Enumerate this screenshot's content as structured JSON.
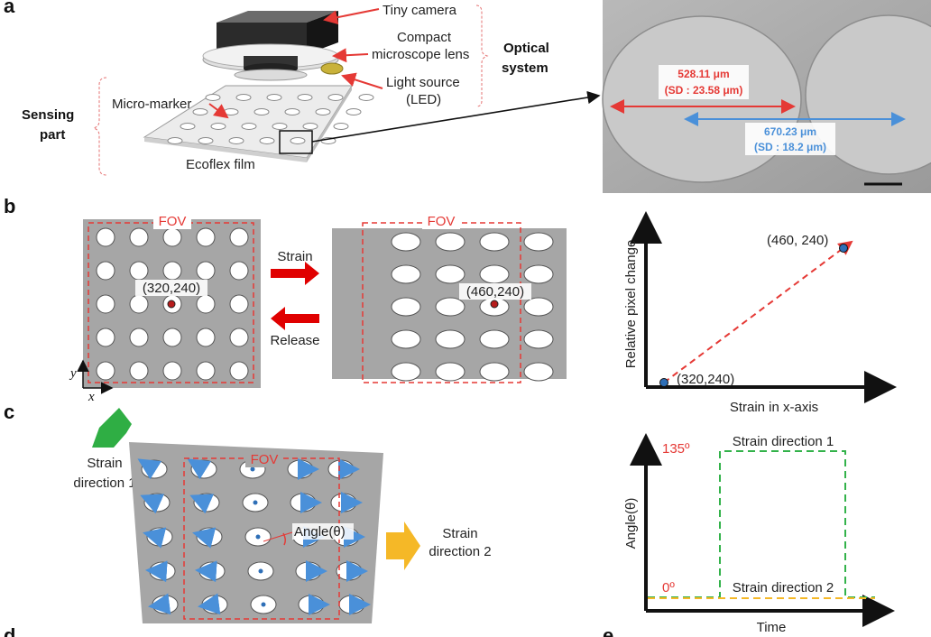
{
  "panels": [
    "a",
    "b",
    "c",
    "d",
    "e"
  ],
  "panel_a": {
    "camera": "Tiny camera",
    "lens_1": "Compact",
    "lens_2": "microscope lens",
    "light_1": "Light source",
    "light_2": "(LED)",
    "optical_1": "Optical",
    "optical_2": "system",
    "sensing_1": "Sensing",
    "sensing_2": "part",
    "micro_marker": "Micro-marker",
    "film": "Ecoflex film",
    "meas_red_1": "528.11 μm",
    "meas_red_2": "(SD : 23.58 μm)",
    "meas_blue_1": "670.23 μm",
    "meas_blue_2": "(SD : 18.2 μm)"
  },
  "panel_b": {
    "fov": "FOV",
    "strain": "Strain",
    "release": "Release",
    "point_left": "(320,240)",
    "point_right": "(460,240)",
    "axis_y": "y",
    "axis_x": "x",
    "plot_ylabel": "Relative pixel change",
    "plot_xlabel": "Strain in x-axis",
    "plot_p1": "(320,240)",
    "plot_p2": "(460, 240)"
  },
  "panel_c": {
    "fov": "FOV",
    "dir1_1": "Strain",
    "dir1_2": "direction 1",
    "dir2_1": "Strain",
    "dir2_2": "direction 2",
    "angle": "Angle(θ)",
    "plot_ylabel": "Angle(θ)",
    "plot_xlabel": "Time",
    "y_top": "135º",
    "y_bottom": "0º",
    "series1": "Strain direction 1",
    "series2": "Strain direction 2"
  },
  "colors": {
    "red": "#e53935",
    "blue": "#3f7fc0",
    "green": "#33b24a",
    "gold": "#f5b827",
    "gray": "#a6a6a6"
  }
}
